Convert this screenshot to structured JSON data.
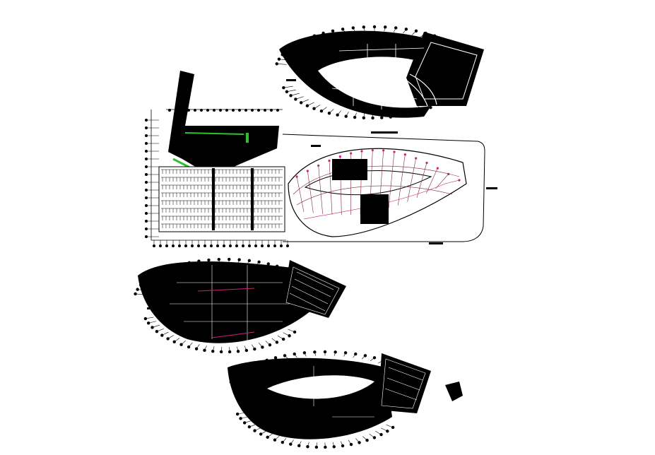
{
  "drawing": {
    "plans": [
      {
        "id": "plan-top",
        "kind": "curved-floor-plan"
      },
      {
        "id": "plan-site",
        "kind": "site-plan-with-parking"
      },
      {
        "id": "plan-middle",
        "kind": "curved-floor-plan"
      },
      {
        "id": "plan-bottom",
        "kind": "curved-floor-plan"
      }
    ],
    "colors": {
      "ink": "#000000",
      "paper": "#ffffff",
      "landscape": "#2fbf2f",
      "grid_marker": "#d0207a"
    }
  }
}
